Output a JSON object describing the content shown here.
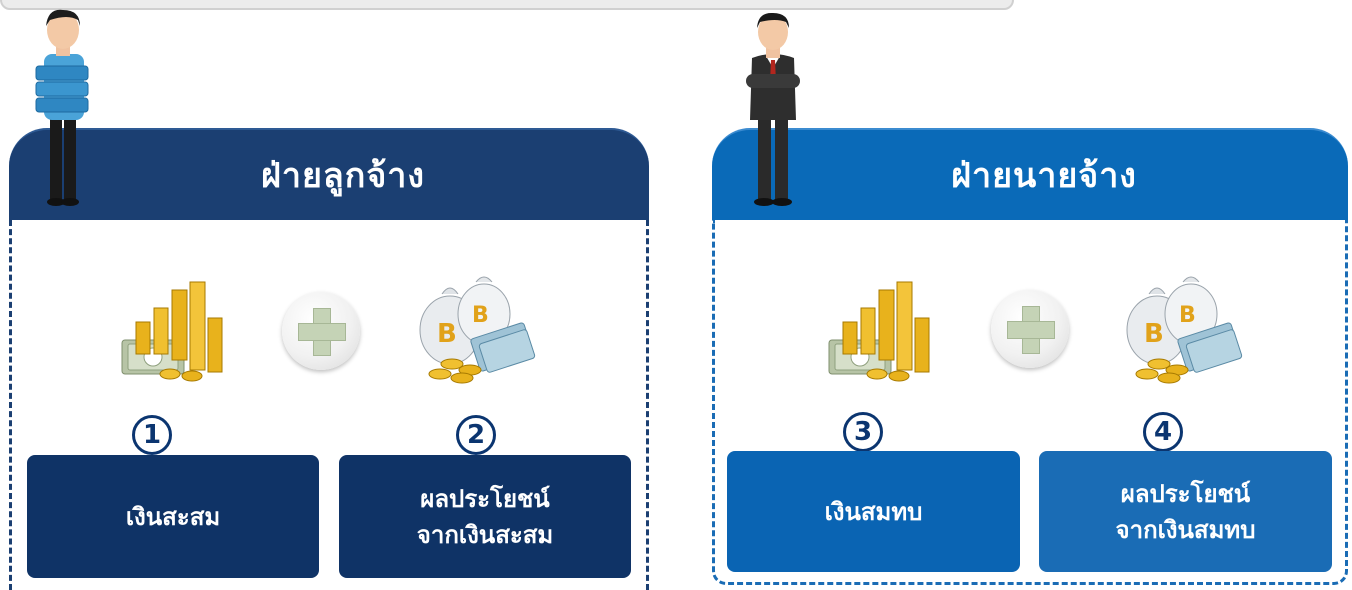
{
  "left_panel": {
    "title": "ฝ่ายลูกจ้าง",
    "items": [
      {
        "number": "1",
        "line1": "เงินสะสม",
        "line2": ""
      },
      {
        "number": "2",
        "line1": "ผลประโยชน์",
        "line2": "จากเงินสะสม"
      }
    ]
  },
  "right_panel": {
    "title": "ฝ่ายนายจ้าง",
    "items": [
      {
        "number": "3",
        "line1": "เงินสมทบ",
        "line2": ""
      },
      {
        "number": "4",
        "line1": "ผลประโยชน์",
        "line2": "จากเงินสมทบ"
      }
    ]
  },
  "colors": {
    "employee_header": "#1b3f72",
    "employer_header": "#0a6ab8",
    "coin_gold": "#e8b21c",
    "banknote_green": "#9fb48a"
  },
  "icons": [
    "employee-icon",
    "employer-icon",
    "coins-money-icon",
    "plus-icon",
    "money-bags-icon"
  ]
}
